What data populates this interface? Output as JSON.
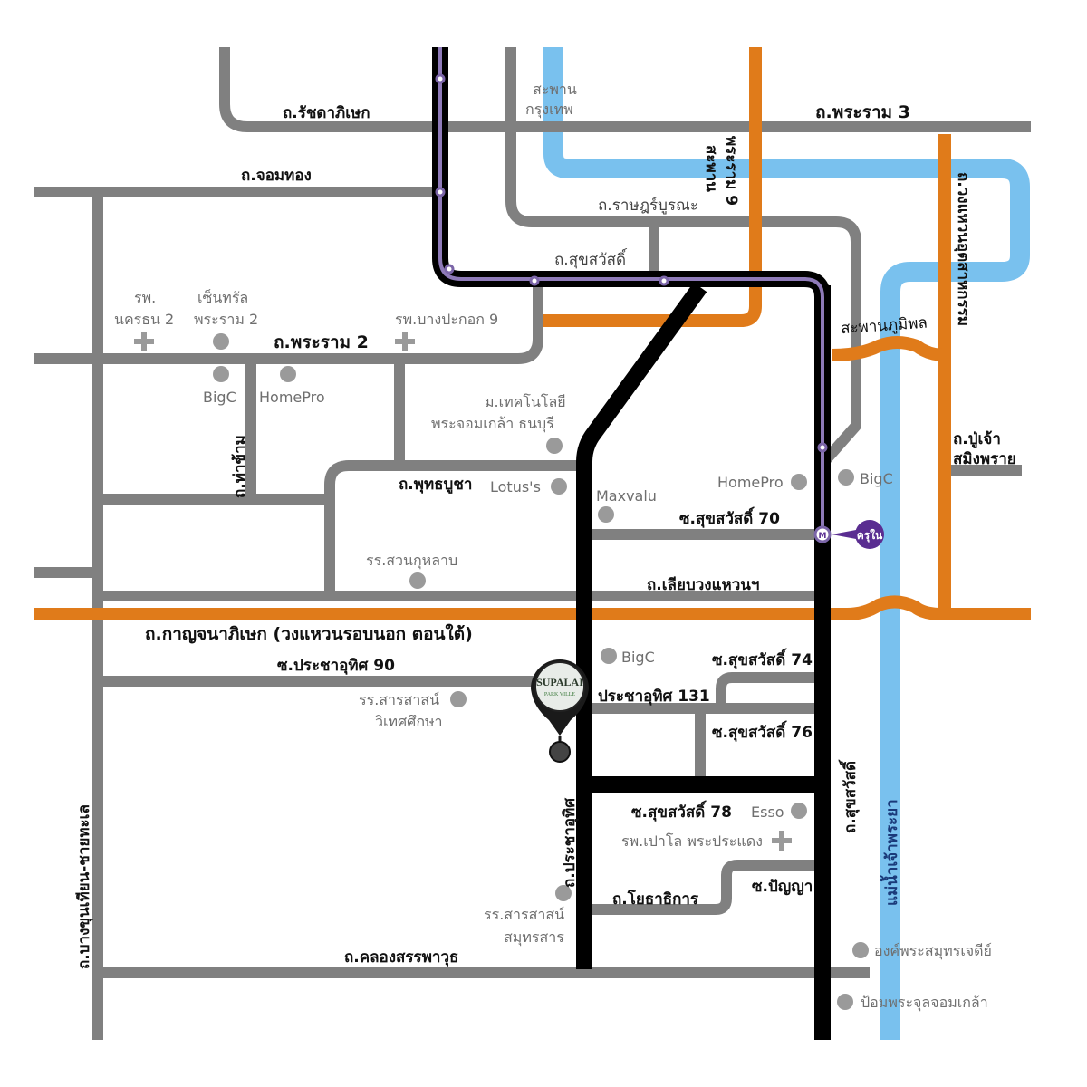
{
  "map": {
    "title": "Supalai Park Ville location map",
    "colors": {
      "road": "#808080",
      "major_road": "#000000",
      "expressway": "#e07b1a",
      "river": "#79c1ee",
      "rail": "#8e7ab8",
      "station_bubble": "#5a2d91",
      "poi": "#9a9a9a"
    },
    "roads": {
      "ratchadaphisek": "ถ.รัชดาภิเษก",
      "rama3": "ถ.พระราม 3",
      "chomthong": "ถ.จอมทอง",
      "ratburana": "ถ.ราษฎร์บูรณะ",
      "suksawat_top": "ถ.สุขสวัสดิ์",
      "rama2": "ถ.พระราม 2",
      "thakham": "ถ.ท่าข้าม",
      "phutthabucha": "ถ.พุทธบูชา",
      "soi_suksawat70": "ซ.สุขสวัสดิ์ 70",
      "liap_wongwaen": "ถ.เลียบวงแหวนฯ",
      "kanchanaphisek": "ถ.กาญจนาภิเษก (วงแหวนรอบนอก ตอนใต้)",
      "soi_prachauthit90": "ซ.ประชาอุทิศ 90",
      "soi_suksawat74": "ซ.สุขสวัสดิ์ 74",
      "prachauthit131": "ประชาอุทิศ 131",
      "soi_suksawat76": "ซ.สุขสวัสดิ์ 76",
      "soi_suksawat78": "ซ.สุขสวัสดิ์ 78",
      "yotha_thikan": "ถ.โยธาธิการ",
      "soi_panya": "ซ.ปัญญา",
      "khlong_sapphamit": "ถ.คลองสรรพาวุธ",
      "bangkhunthian_chaithale": "ถ.บางขุนเทียน-ชายทะเล",
      "prachauthit": "ถ.ประชาอุทิศ",
      "suksawat": "ถ.สุขสวัสดิ์",
      "puchao": "ถ.ปู่เจ้า",
      "puchao_line2": "สมิงพราย",
      "industrial_ring": "ถ.วงแหวนอุตสาหกรรม"
    },
    "bridges": {
      "krungthep_line1": "สะพาน",
      "krungthep_line2": "กรุงเทพ",
      "rama9_line1": "สะพาน",
      "rama9_line2": "พระราม 9",
      "bhumibol": "สะพานภูมิพล"
    },
    "river_label": "แม่น้ำเจ้าพระยา",
    "pois": {
      "nakornthon_line1": "รพ.",
      "nakornthon_line2": "นครธน 2",
      "central_line1": "เซ็นทรัล",
      "central_line2": "พระราม 2",
      "bangpakok": "รพ.บางปะกอก 9",
      "bigc_rama2": "BigC",
      "homepro_rama2": "HomePro",
      "kmutt_line1": "ม.เทคโนโลยี",
      "kmutt_line2": "พระจอมเกล้า ธนบุรี",
      "lotus": "Lotus's",
      "maxvalu": "Maxvalu",
      "homepro_suksawat": "HomePro",
      "bigc_east": "BigC",
      "suan_kulab": "รร.สวนกุหลาบ",
      "bigc_prachauthit": "BigC",
      "sarasas_witaed_line1": "รร.สารสาสน์",
      "sarasas_witaed_line2": "วิเทศศึกษา",
      "esso": "Esso",
      "paolo": "รพ.เปาโล พระประแดง",
      "sarasas_samut_line1": "รร.สารสาสน์",
      "sarasas_samut_line2": "สมุทรสาร",
      "phra_samut_chedi": "องค์พระสมุทรเจดีย์",
      "phra_chula_fort": "ป้อมพระจุลจอมเกล้า"
    },
    "station": {
      "name": "ครุใน"
    },
    "project": {
      "brand": "SUPALAI",
      "sub": "PARK VILLE"
    }
  }
}
